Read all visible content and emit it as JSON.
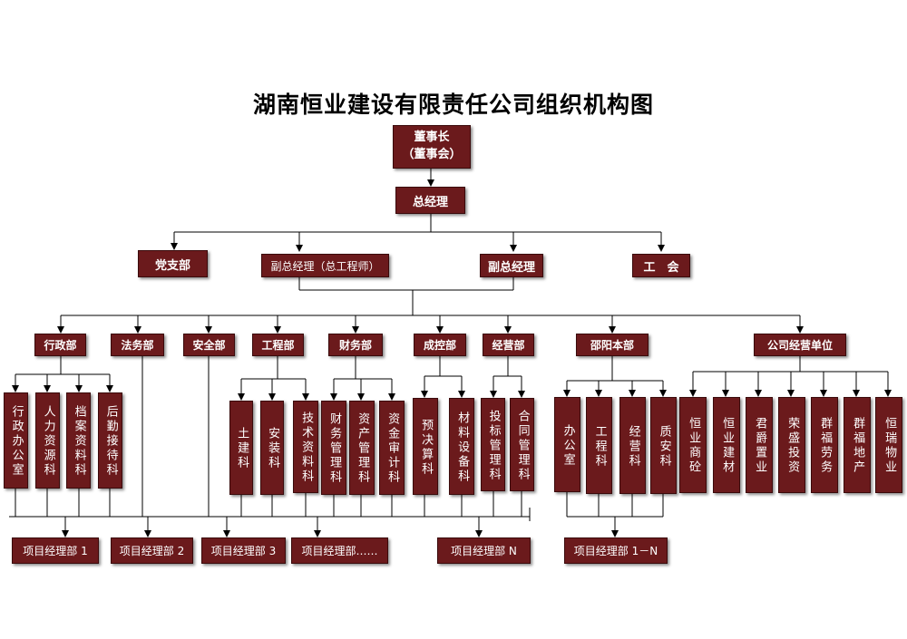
{
  "title": "湖南恒业建设有限责任公司组织机构图",
  "top": {
    "chairman": "董事长\n（董事会）",
    "gm": "总经理"
  },
  "level2": {
    "party": "党支部",
    "vgm_chief": "副总经理（总工程师）",
    "vgm": "副总经理",
    "union": "工　会"
  },
  "departments": {
    "admin": "行政部",
    "legal": "法务部",
    "safety": "安全部",
    "engineering": "工程部",
    "finance": "财务部",
    "cost": "成控部",
    "business": "经营部",
    "shaoyang": "邵阳本部",
    "units": "公司经营单位"
  },
  "sub_admin": [
    "行政办公室",
    "人力资源科",
    "档案资料科",
    "后勤接待科"
  ],
  "sub_engineering": [
    "土建科",
    "安装科",
    "技术资料科"
  ],
  "sub_finance": [
    "财务管理科",
    "资产管理科",
    "资金审计科"
  ],
  "sub_cost": [
    "预决算科",
    "材料设备科"
  ],
  "sub_business": [
    "投标管理科",
    "合同管理科"
  ],
  "sub_shaoyang": [
    "办公室",
    "工程科",
    "经营科",
    "质安科"
  ],
  "sub_units": [
    "恒业商砼",
    "恒业建材",
    "君爵置业",
    "荣盛投资",
    "群福劳务",
    "群福地产",
    "恒瑞物业"
  ],
  "projects": [
    "项目经理部 1",
    "项目经理部 2",
    "项目经理部 3",
    "项目经理部……",
    "项目经理部 N",
    "项目经理部 1－N"
  ],
  "colors": {
    "box": "#6b1a1c",
    "line": "#000000",
    "text": "#ffffff"
  }
}
